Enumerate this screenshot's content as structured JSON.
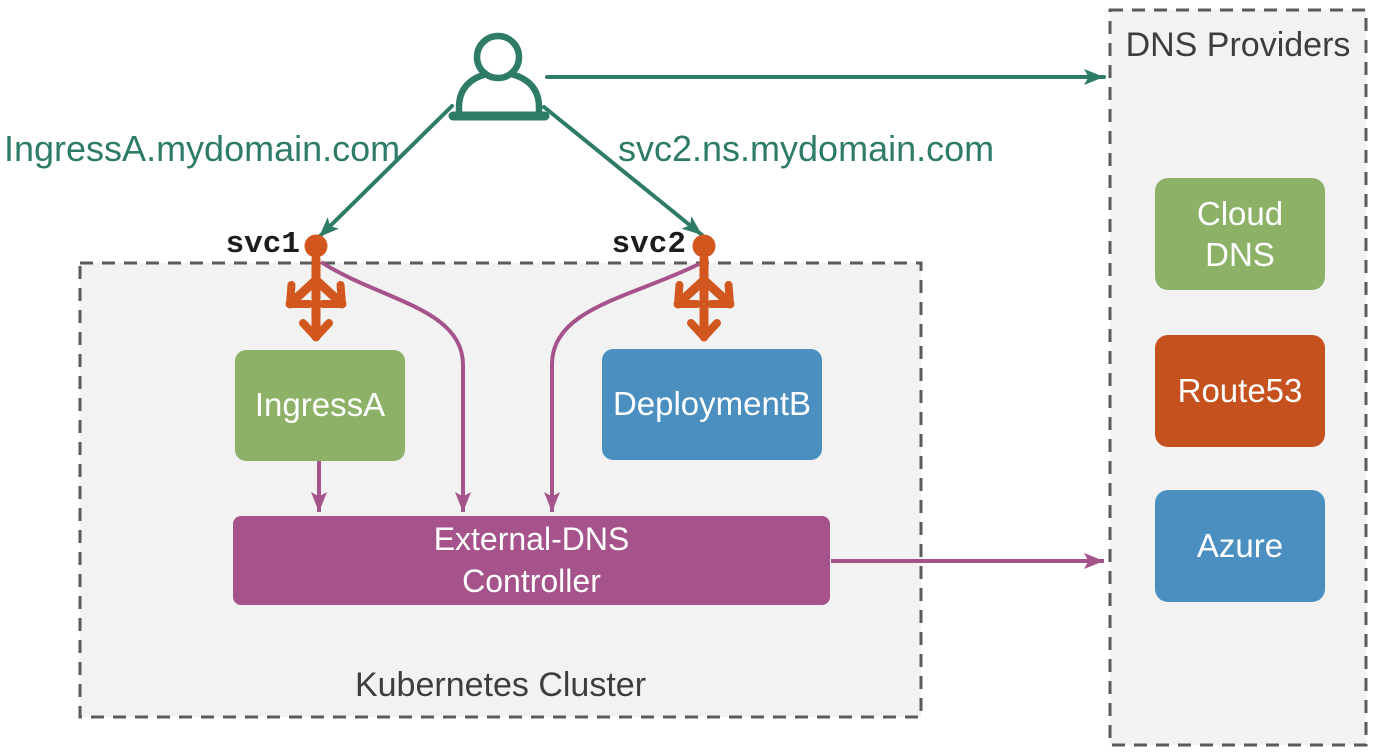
{
  "colors": {
    "teal": "#2e7b68",
    "orange_icon": "#d2571e",
    "orange_box": "#c5511f",
    "green": "#8db267",
    "blue": "#4a8fc0",
    "purple": "#a6538c",
    "panel_bg": "#f2f2f2",
    "panel_border": "#5b5b5b",
    "ink": "#3d3d3d"
  },
  "user": {
    "dns_query_left": "IngressA.mydomain.com",
    "dns_query_right": "svc2.ns.mydomain.com"
  },
  "services": {
    "svc1": "svc1",
    "svc2": "svc2"
  },
  "cluster": {
    "title": "Kubernetes Cluster",
    "ingress": "IngressA",
    "deployment": "DeploymentB",
    "controller": "External-DNS\nController"
  },
  "providers": {
    "title": "DNS Providers",
    "items": [
      {
        "name": "cloud-dns",
        "label": "Cloud\nDNS"
      },
      {
        "name": "route53",
        "label": "Route53"
      },
      {
        "name": "azure",
        "label": "Azure"
      }
    ]
  }
}
